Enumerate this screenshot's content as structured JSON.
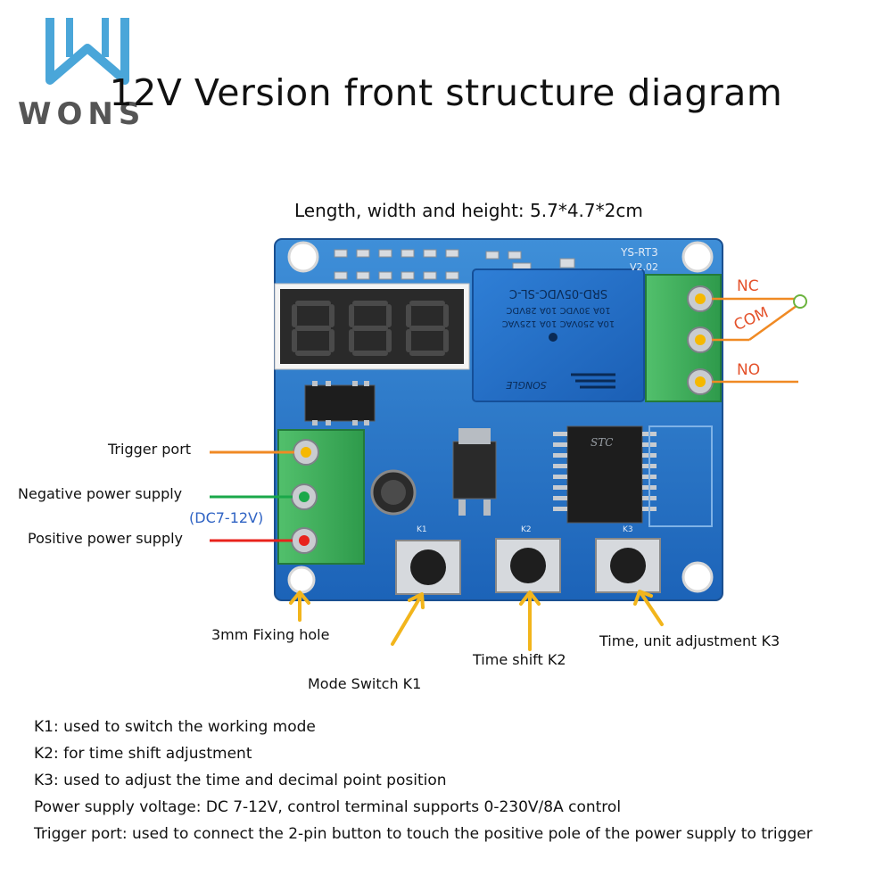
{
  "brand": {
    "name": "WONS",
    "logo_icon": "w-house-logo-icon",
    "logo_color": "#4aa6d9"
  },
  "title": "12V Version front structure diagram",
  "dimensions": "Length, width and height: 5.7*4.7*2cm",
  "board": {
    "model": "YS-RT3",
    "version": "V2.02",
    "relay_label": "SRD-05VDC-SL-C",
    "relay_ratings": [
      "10A 250VAC  10A 125VAC",
      "10A 30VDC  10A 28VDC"
    ],
    "relay_brand": "SONGLE",
    "ic_label": "STC",
    "board_color": "#1f6fc4",
    "terminal_color": "#3fae5c"
  },
  "labels": {
    "nc": "NC",
    "com": "COM",
    "no": "NO",
    "trigger_port": "Trigger port",
    "negative_supply": "Negative power supply",
    "voltage_range": "(DC7-12V)",
    "positive_supply": "Positive power supply",
    "fixing_hole": "3mm Fixing hole",
    "mode_switch": "Mode Switch K1",
    "time_shift": "Time shift K2",
    "time_unit": "Time, unit adjustment K3",
    "k1": "K1",
    "k2": "K2",
    "k3": "K3"
  },
  "notes": [
    "K1: used to switch the working mode",
    "K2: for time shift adjustment",
    "K3: used to adjust the time and decimal point position",
    "Power supply voltage: DC 7-12V, control terminal supports 0-230V/8A control",
    "Trigger port: used to connect the 2-pin button to touch the positive pole of the power supply to trigger"
  ],
  "colors": {
    "trigger_line": "#f08a24",
    "negative_line": "#1aa84a",
    "positive_line": "#e8231c",
    "relay_line": "#f08a24",
    "arrow": "#f2b51c"
  }
}
